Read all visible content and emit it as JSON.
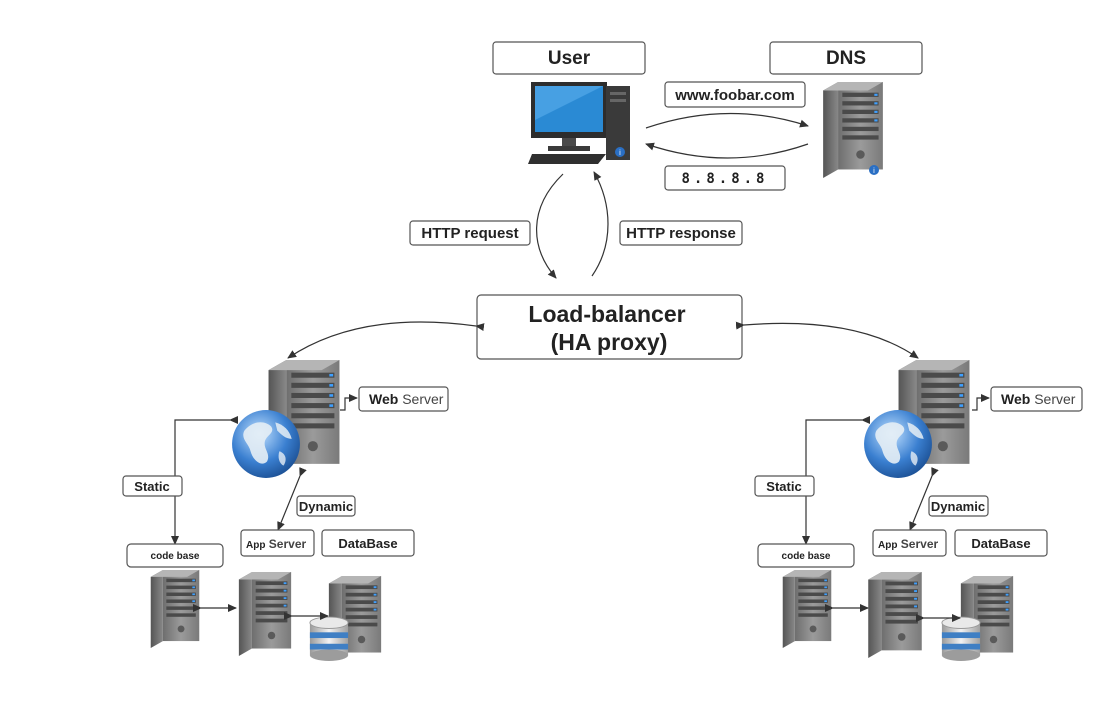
{
  "user": {
    "label": "User"
  },
  "dns": {
    "label": "DNS",
    "query": "www.foobar.com",
    "answer": "8.8.8.8"
  },
  "http": {
    "request": "HTTP request",
    "response": "HTTP response"
  },
  "load_balancer": {
    "line1": "Load-balancer",
    "line2": "(HA proxy)"
  },
  "clusters": {
    "left": {
      "web_a": "Web",
      "web_b": "Server",
      "static": "Static",
      "dynamic": "Dynamic",
      "app_a": "App",
      "app_b": "Server",
      "database": "DataBase",
      "code_base": "code base"
    },
    "right": {
      "web_a": "Web",
      "web_b": "Server",
      "static": "Static",
      "dynamic": "Dynamic",
      "app_a": "App",
      "app_b": "Server",
      "database": "DataBase",
      "code_base": "code base"
    }
  },
  "colors": {
    "server_body": "#8a8a8a",
    "globe": "#3a7fd0",
    "monitor_screen": "#2a8ad4"
  }
}
